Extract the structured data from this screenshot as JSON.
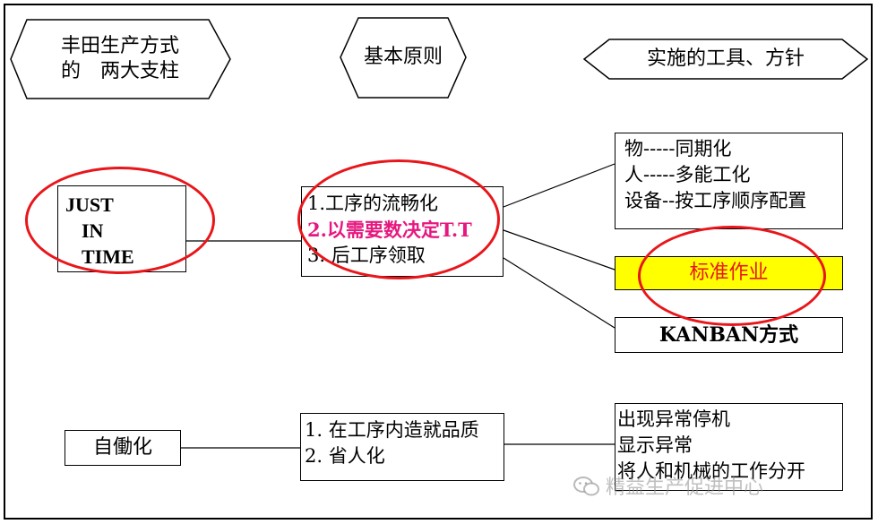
{
  "headers": {
    "pillars": "丰田生产方式\n的　两大支柱",
    "principles": "基本原则",
    "tools": "实施的工具、方针"
  },
  "jit": {
    "line1": "JUST",
    "line2": "IN",
    "line3": "TIME"
  },
  "jit_principles": {
    "item1": "1.工序的流畅化",
    "item2": "2.以需要数决定T.T",
    "item3": "3. 后工序领取"
  },
  "tools_box": {
    "line1": "物-----同期化",
    "line2": "人-----多能工化",
    "line3": "设备--按工序顺序配置"
  },
  "standard_work": "标准作业",
  "kanban": "KANBAN方式",
  "jidoka": "自働化",
  "jidoka_principles": {
    "item1": "1. 在工序内造就品质",
    "item2": "2. 省人化"
  },
  "jidoka_tools": {
    "line1": "出现异常停机",
    "line2": "显示异常",
    "line3": "将人和机械的工作分开"
  },
  "watermark": "精益生产促进中心",
  "colors": {
    "highlight_yellow": "#ffff00",
    "accent_red": "#e8161b",
    "accent_pink": "#e6187f"
  }
}
